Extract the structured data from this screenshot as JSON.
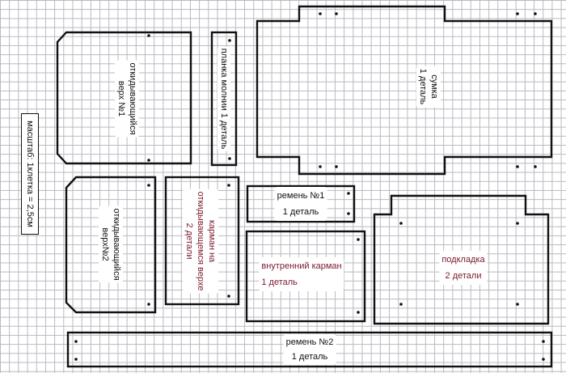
{
  "scale_note": "масштаб: 1клетка = 2,5см",
  "pieces": {
    "flap_top_1": {
      "line1": "откидывающийся",
      "line2": "верх №1"
    },
    "zipper_strip": {
      "line1": "планка молнии 1 деталь"
    },
    "bag": {
      "line1": "сумка",
      "line2": "1 деталь"
    },
    "flap_top_2": {
      "line1": "откидывающийся",
      "line2": "верх№2"
    },
    "flap_pocket": {
      "line1": "карман на",
      "line2": "откидывающемся верхе",
      "line3": "2 детали"
    },
    "strap_1": {
      "line1": "ремень №1",
      "line2": "1 деталь"
    },
    "inner_pocket": {
      "line1": "внутренний карман",
      "line2": "1 деталь"
    },
    "lining": {
      "line1": "подкладка",
      "line2": "2 детали"
    },
    "strap_2": {
      "line1": "ремень №2",
      "line2": "1 деталь"
    }
  },
  "colors": {
    "outline": "#111111",
    "grid": "#b8b8c0",
    "label_red": "#7a1a2e"
  }
}
